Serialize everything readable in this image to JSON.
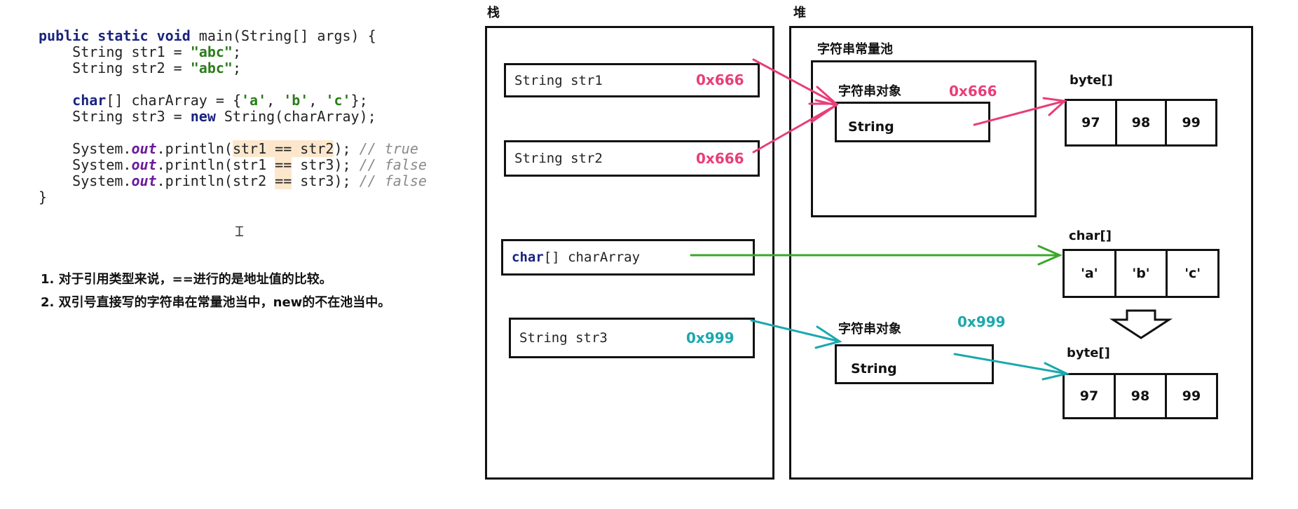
{
  "code": {
    "line1": {
      "kw": "public static void",
      "rest": " main(String[] args) {"
    },
    "line2": {
      "pre": "    String str1 = ",
      "str": "\"abc\"",
      "post": ";"
    },
    "line3": {
      "pre": "    String str2 = ",
      "str": "\"abc\"",
      "post": ";"
    },
    "line4": {
      "kw": "char",
      "pre2": "[] charArray = {",
      "a": "'a'",
      "sep1": ", ",
      "b": "'b'",
      "sep2": ", ",
      "c": "'c'",
      "post": "};"
    },
    "line5": {
      "pre": "    String str3 = ",
      "kw": "new",
      "post": " String(charArray);"
    },
    "line6": {
      "sys": "System.",
      "out": "out",
      "p1": ".println(",
      "hl": "str1 == str2",
      "p2": "); ",
      "cmt": "// true"
    },
    "line7": {
      "sys": "System.",
      "out": "out",
      "p1": ".println(str1 ",
      "hl": "==",
      "p2": " str3); ",
      "cmt": "// false"
    },
    "line8": {
      "sys": "System.",
      "out": "out",
      "p1": ".println(str2 ",
      "hl": "==",
      "p2": " str3); ",
      "cmt": "// false"
    },
    "line9": "}"
  },
  "notes": [
    "1. 对于引用类型来说，==进行的是地址值的比较。",
    "2. 双引号直接写的字符串在常量池当中，new的不在池当中。"
  ],
  "stack": {
    "label": "栈",
    "vars": [
      {
        "name": "String str1",
        "addr": "0x666"
      },
      {
        "name": "String str2",
        "addr": "0x666"
      },
      {
        "kw": "char",
        "name": "[] charArray"
      },
      {
        "name": "String str3",
        "addr": "0x999"
      }
    ]
  },
  "heap": {
    "label": "堆",
    "pool_label": "字符串常量池",
    "obj1": {
      "label": "字符串对象",
      "addr": "0x666",
      "inner": "String"
    },
    "obj2": {
      "label": "字符串对象",
      "addr": "0x999",
      "inner": "String"
    },
    "bytes1": {
      "label": "byte[]",
      "cells": [
        "97",
        "98",
        "99"
      ]
    },
    "chars": {
      "label": "char[]",
      "cells": [
        "'a'",
        "'b'",
        "'c'"
      ]
    },
    "bytes2": {
      "label": "byte[]",
      "cells": [
        "97",
        "98",
        "99"
      ]
    }
  },
  "colors": {
    "pink": "#e83e7a",
    "green": "#3aa82a",
    "teal": "#1ba8ad"
  }
}
